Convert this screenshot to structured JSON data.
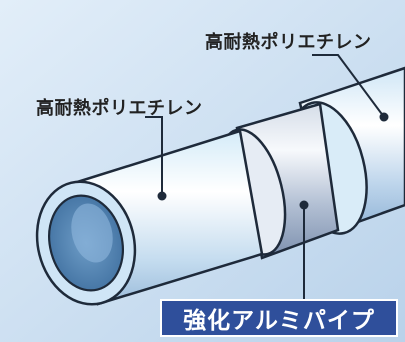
{
  "labels": {
    "outer_layer": "高耐熱ポリエチレン",
    "inner_layer": "高耐熱ポリエチレン",
    "core_layer": "強化アルミパイプ"
  },
  "colors": {
    "background": "#cfe0f2",
    "title_box": "#2f4f9b",
    "pipe_outline": "#1e2a3a"
  }
}
